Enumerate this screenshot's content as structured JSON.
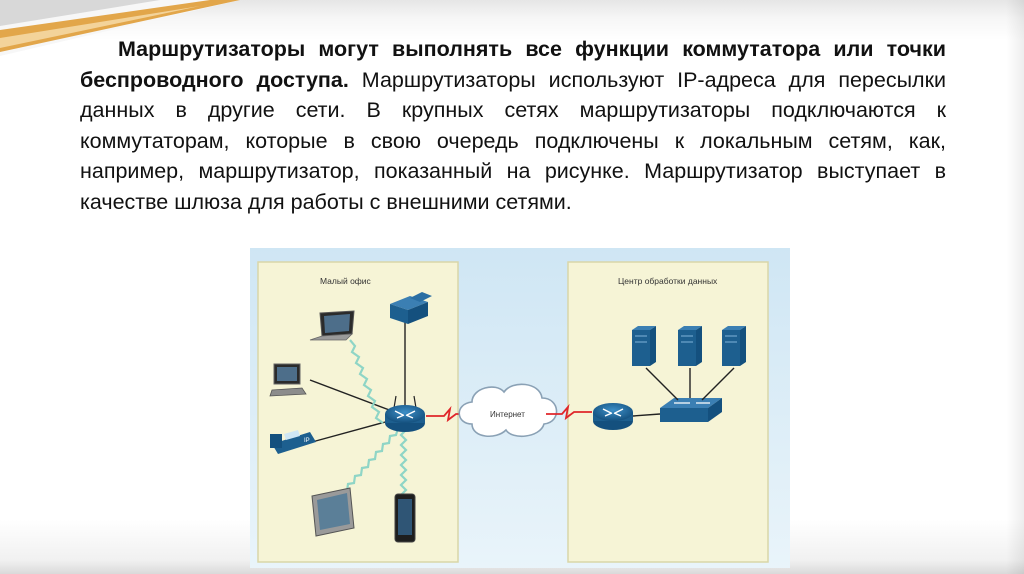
{
  "paragraph": {
    "bold_text": "Маршрутизаторы могут выполнять все функции коммутатора или точки беспроводного доступа.",
    "regular_text": " Маршрутизаторы используют IP-адреса для пересылки данных в другие сети. В крупных сетях маршрутизаторы подключаются к коммутаторам, которые в свою очередь подключены к локальным сетям, как, например, маршрутизатор, показанный на рисунке. Маршрутизатор выступает в качестве шлюза для работы с внешними сетями."
  },
  "diagram": {
    "small_office_label": "Малый офис",
    "datacenter_label": "Центр обработки данных",
    "internet_label": "Интернет",
    "ip_phone_text": "IP"
  },
  "colors": {
    "panel_fill": "#f6f4d6",
    "figure_bg": "#dcedf7",
    "device_blue": "#1d5f8f",
    "wan_link": "#e0262a",
    "wireless": "#8fd5c6"
  }
}
